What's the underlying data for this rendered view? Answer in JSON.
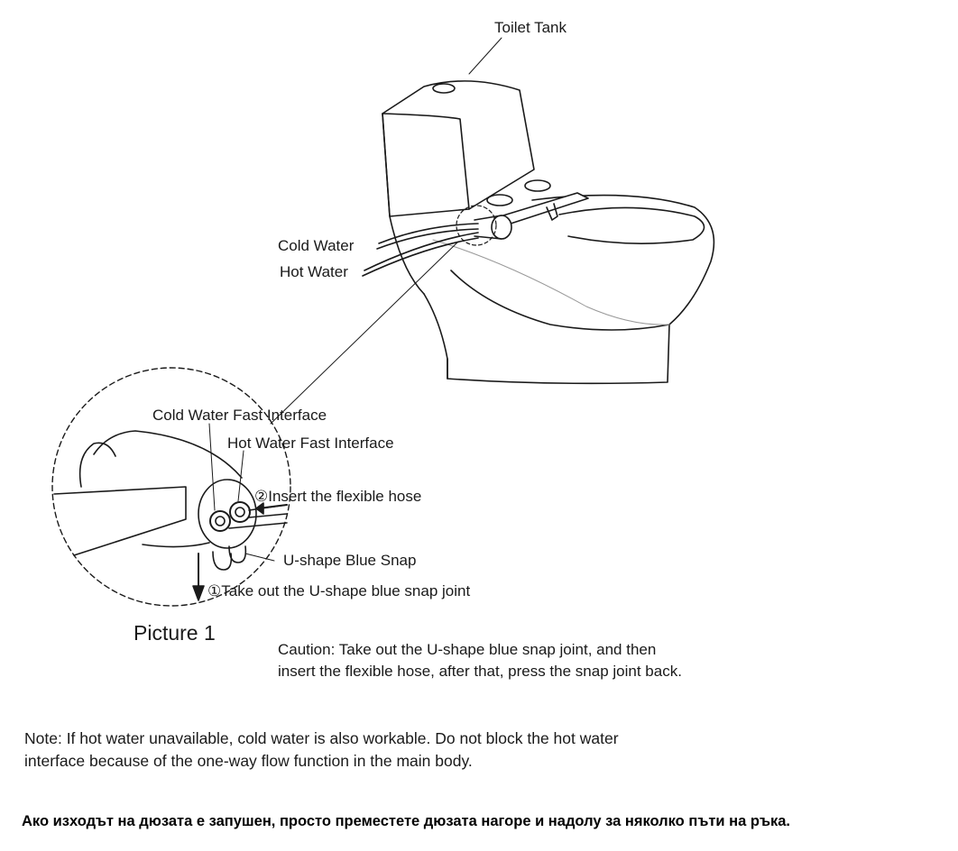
{
  "labels": {
    "toilet_tank": "Toilet Tank",
    "cold_water": "Cold Water",
    "hot_water": "Hot Water",
    "cold_fast_interface": "Cold Water Fast Interface",
    "hot_fast_interface": "Hot Water Fast Interface",
    "step2": "②Insert the flexible hose",
    "u_snap": "U-shape Blue Snap",
    "step1": "①Take out the U-shape blue snap joint"
  },
  "picture_title": "Picture 1",
  "caution": {
    "line1": "Caution: Take out the U-shape blue snap joint, and then",
    "line2": "insert the flexible hose, after that, press the snap joint back."
  },
  "note": {
    "line1": "Note: If hot water unavailable, cold water is also workable. Do not block the hot water",
    "line2": "interface because of the one-way flow function in the main body."
  },
  "bulgarian_note": "Ако изходът на дюзата е запушен, просто преместете дюзата нагоре и надолу за няколко пъти на ръка."
}
